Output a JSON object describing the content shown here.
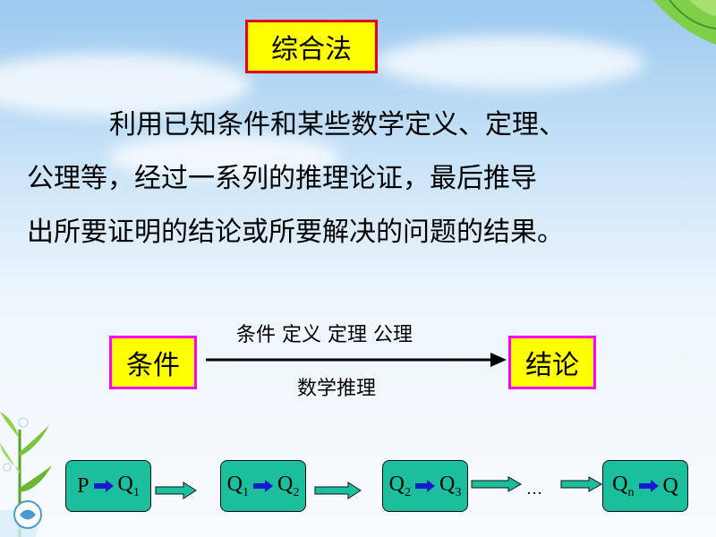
{
  "title": "综合法",
  "paragraph": {
    "line1": "利用已知条件和某些数学定义、定理、",
    "line2": "公理等，经过一系列的推理论证，最后推导",
    "line3": "出所要证明的结论或所要解决的问题的结果。"
  },
  "diagram": {
    "start_label": "条件",
    "end_label": "结论",
    "arrow_top_label": "条件  定义  定理  公理",
    "arrow_bottom_label": "数学推理"
  },
  "chain": {
    "step1": {
      "left": "P",
      "right": "Q",
      "right_sub": "1"
    },
    "step2": {
      "left": "Q",
      "left_sub": "1",
      "right": "Q",
      "right_sub": "2"
    },
    "step3": {
      "left": "Q",
      "left_sub": "2",
      "right": "Q",
      "right_sub": "3"
    },
    "ellipsis": "…",
    "step4": {
      "left": "Q",
      "left_sub": "n",
      "right": "Q"
    }
  },
  "colors": {
    "title_fill": "#ffff00",
    "title_border": "#e0001b",
    "diagram_box_border": "#ff00ff",
    "chain_box_fill": "#1bbf9e",
    "arrow_blue": "#1a1acc"
  }
}
